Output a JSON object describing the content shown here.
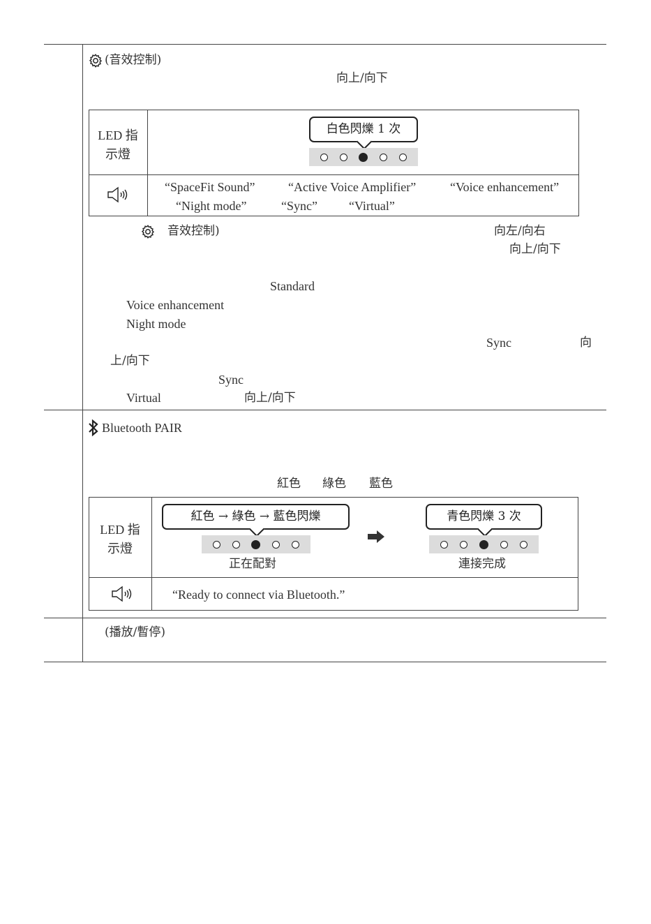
{
  "sound_control": {
    "heading": "(音效控制)",
    "line1_arrow": "向上/向下",
    "table": {
      "led_label": "LED 指\n示燈",
      "bubble": "白色閃爍 1 次",
      "voice_row1": [
        "“SpaceFit Sound”",
        "“Active Voice Amplifier”",
        "“Voice enhancement”"
      ],
      "voice_row2": [
        "“Night mode”",
        "“Sync”",
        "“Virtual”"
      ]
    },
    "body": {
      "l1_heading": "音效控制)",
      "l1_arrow": "向左/向右",
      "l2_arrow": "向上/向下",
      "standard": "Standard",
      "voice_enh": "Voice enhancement",
      "night_mode": "Night mode",
      "sync": "Sync",
      "xiang": "向",
      "up_down_1": "上/向下",
      "sync2": "Sync",
      "virtual": "Virtual",
      "up_down_2": "向上/向下"
    }
  },
  "bluetooth": {
    "heading": "Bluetooth PAIR",
    "colors": [
      "紅色",
      "綠色",
      "藍色"
    ],
    "table": {
      "led_label": "LED 指\n示燈",
      "bubble_left": "紅色 → 綠色 → 藍色閃爍",
      "caption_left": "正在配對",
      "bubble_right": "青色閃爍 3 次",
      "caption_right": "連接完成",
      "voice": "“Ready to connect via Bluetooth.”"
    }
  },
  "play_pause": {
    "heading": "(播放/暫停)"
  },
  "icons": {
    "gear": "gear-icon",
    "speaker": "speaker-icon",
    "bluetooth": "bluetooth-icon",
    "arrow": "right-arrow-icon"
  }
}
